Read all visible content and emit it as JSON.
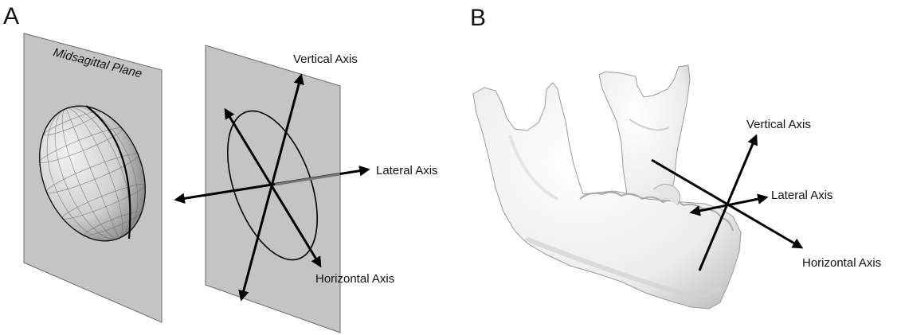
{
  "panels": [
    {
      "letter": "A",
      "plane_label": "Midsagittal Plane",
      "axis_labels": {
        "vertical": "Vertical Axis",
        "lateral": "Lateral Axis",
        "horizontal": "Horizontal Axis"
      }
    },
    {
      "letter": "B",
      "axis_labels": {
        "vertical": "Vertical Axis",
        "lateral": "Lateral Axis",
        "horizontal": "Horizontal Axis"
      }
    }
  ],
  "colors": {
    "plane_fill": "#c4c4c4",
    "plane_stroke": "#6a6a6a",
    "axis": "#000000",
    "bone_fill": "#eeeeee",
    "bone_shadow": "#b5b5b5"
  }
}
